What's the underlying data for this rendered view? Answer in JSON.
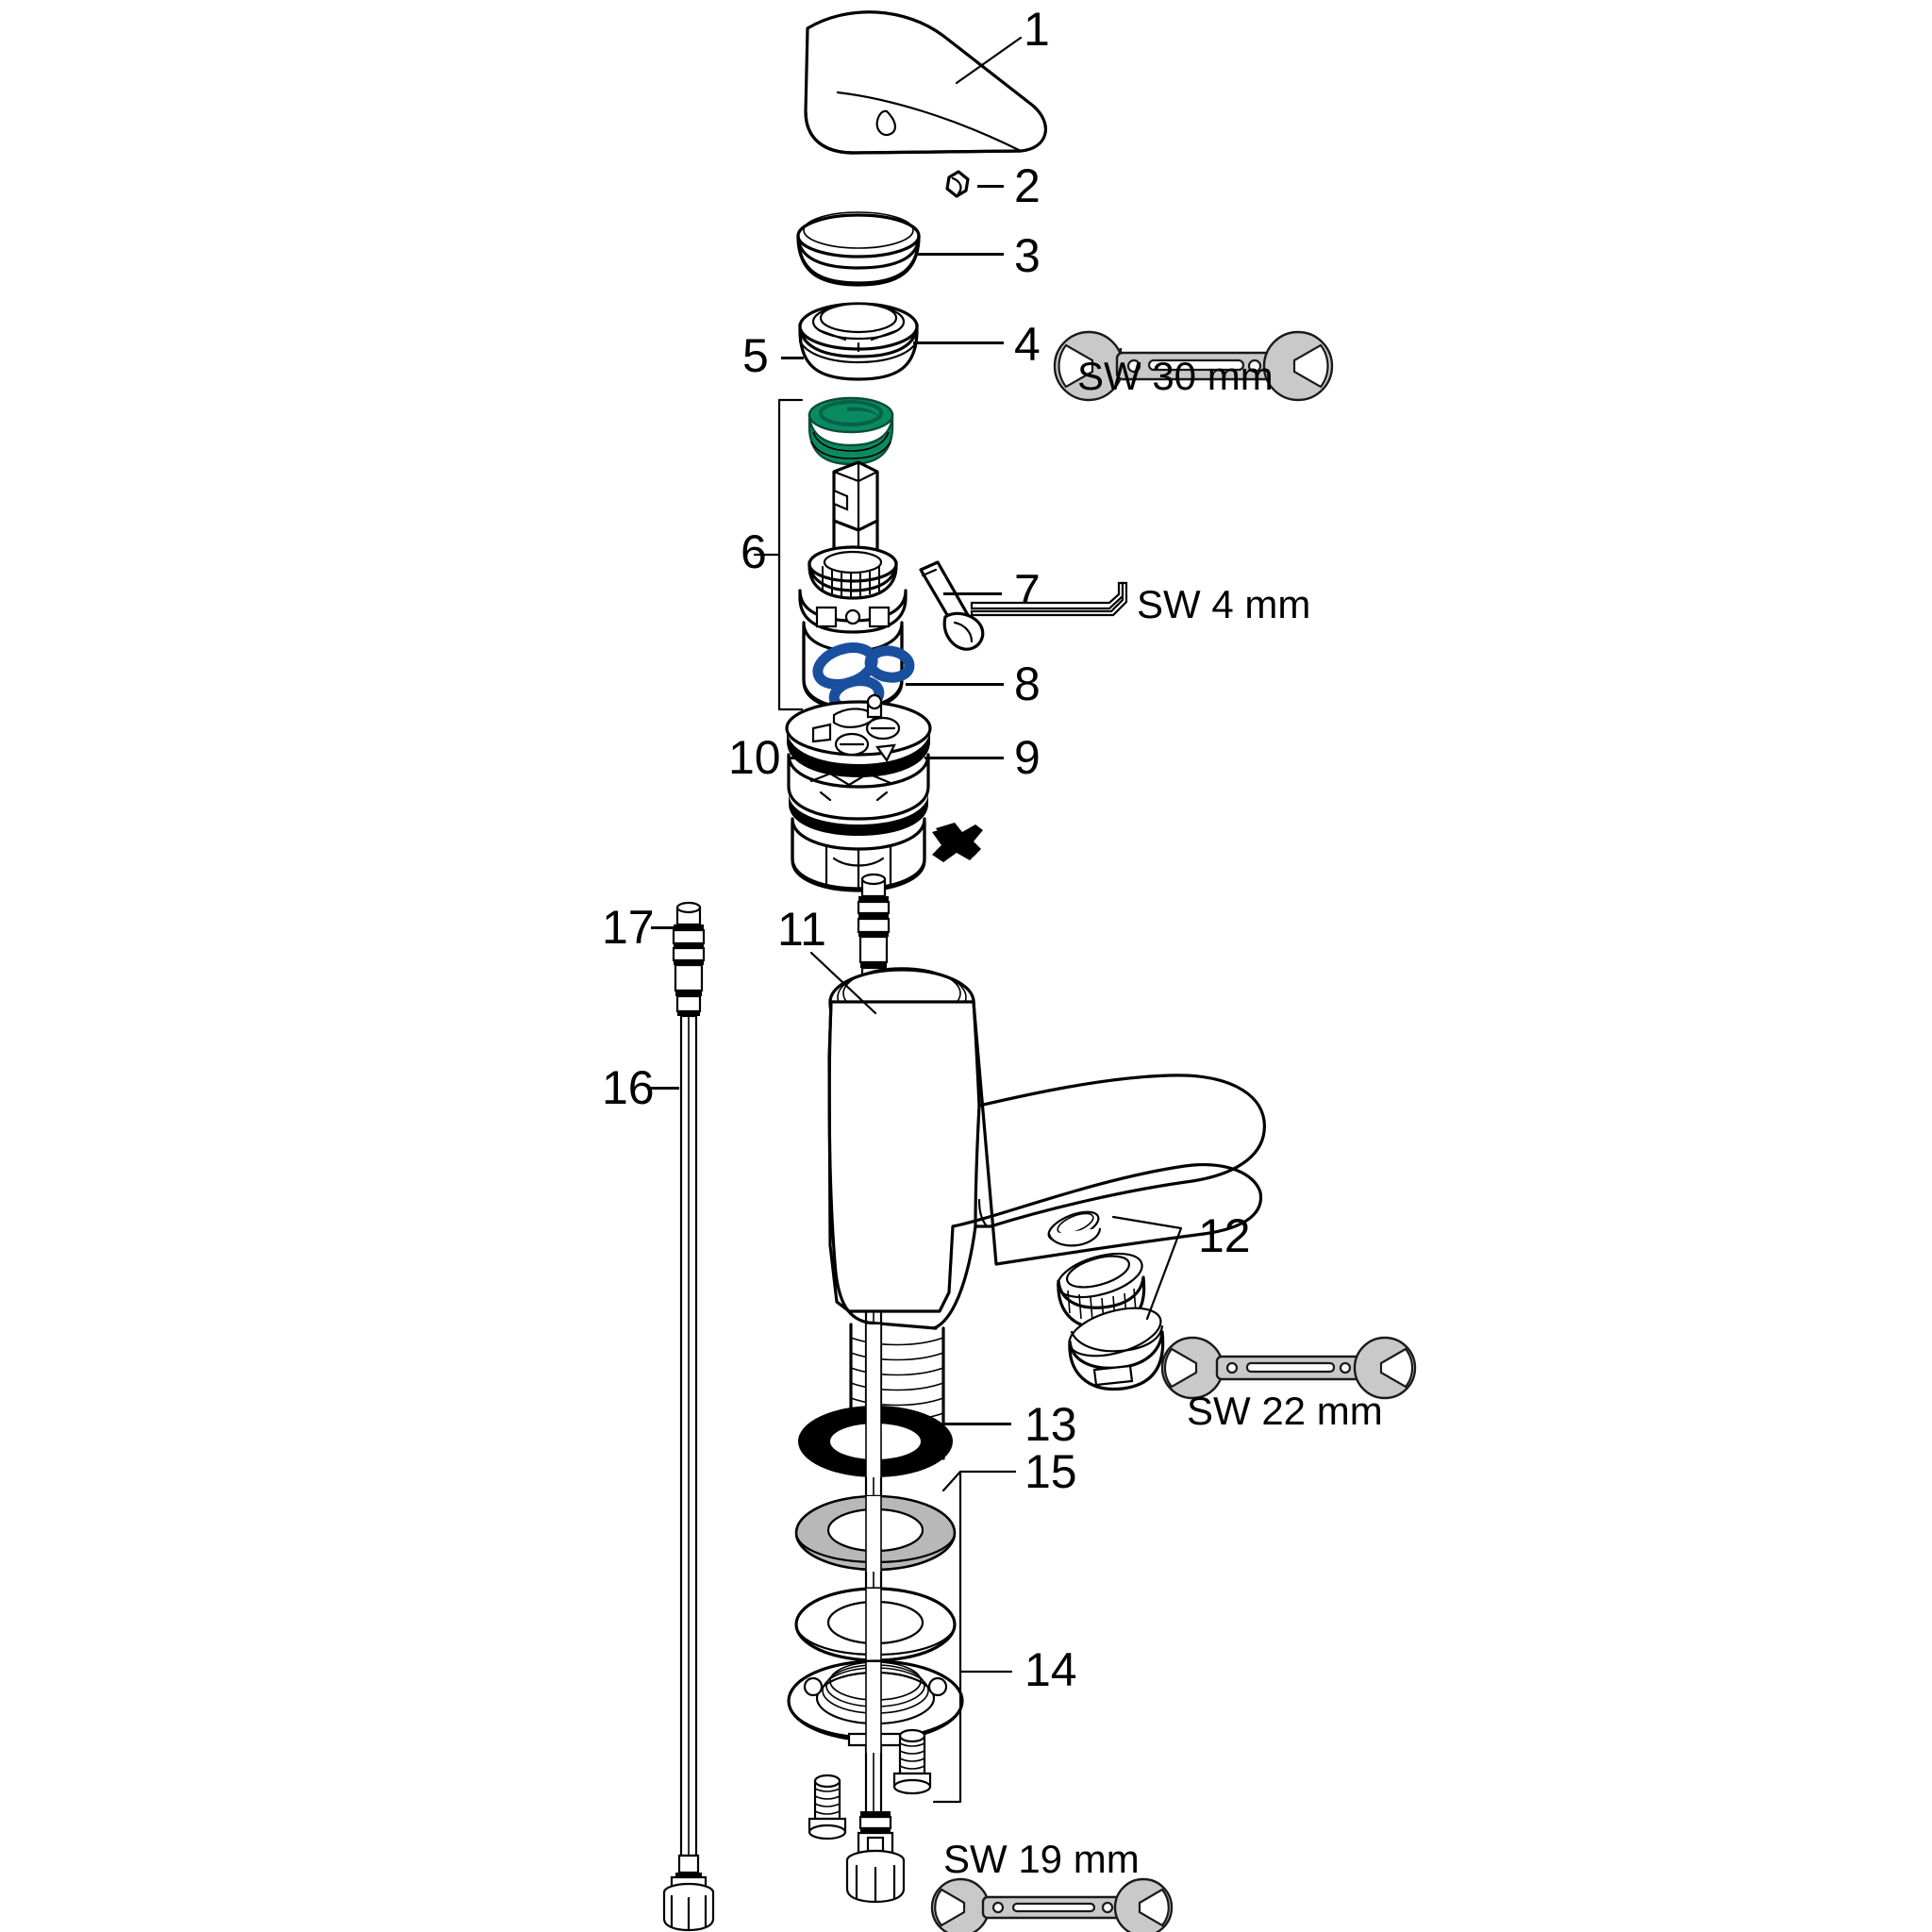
{
  "diagram": {
    "title": "Single-lever basin mixer exploded spare-parts diagram",
    "type": "exploded-parts-diagram",
    "background_color": "#ffffff",
    "line_color": "#000000",
    "accent_colors": {
      "cartridge_green": "#0b8a5f",
      "seal_blue": "#1a4fa0",
      "washer_grey": "#b8b8b8",
      "oring_black": "#000000",
      "tool_grey": "#c9c9c9"
    }
  },
  "callouts": [
    {
      "id": "1",
      "number": "1",
      "part": "lever-handle"
    },
    {
      "id": "2",
      "number": "2",
      "part": "grub-screw"
    },
    {
      "id": "3",
      "number": "3",
      "part": "handle-cap-ring"
    },
    {
      "id": "4",
      "number": "4",
      "part": "cartridge-nut"
    },
    {
      "id": "5",
      "number": "5",
      "part": "cartridge-nut-left"
    },
    {
      "id": "6",
      "number": "6",
      "part": "cartridge-assembly"
    },
    {
      "id": "7",
      "number": "7",
      "part": "set-screw"
    },
    {
      "id": "8",
      "number": "8",
      "part": "trefoil-seal"
    },
    {
      "id": "9",
      "number": "9",
      "part": "cartridge-base"
    },
    {
      "id": "10",
      "number": "10",
      "part": "cartridge-base-left"
    },
    {
      "id": "11",
      "number": "11",
      "part": "faucet-body"
    },
    {
      "id": "12",
      "number": "12",
      "part": "aerator-assembly"
    },
    {
      "id": "13",
      "number": "13",
      "part": "o-ring"
    },
    {
      "id": "14",
      "number": "14",
      "part": "mounting-hardware"
    },
    {
      "id": "15",
      "number": "15",
      "part": "metal-washer"
    },
    {
      "id": "16",
      "number": "16",
      "part": "flexible-hose"
    },
    {
      "id": "17",
      "number": "17",
      "part": "hose-connector"
    }
  ],
  "tools": [
    {
      "id": "sw30",
      "label": "SW 30 mm",
      "icon": "open-end-wrench-icon"
    },
    {
      "id": "sw4",
      "label": "SW 4 mm",
      "icon": "allen-key-icon"
    },
    {
      "id": "sw22",
      "label": "SW 22 mm",
      "icon": "open-end-wrench-icon"
    },
    {
      "id": "sw19",
      "label": "SW 19 mm",
      "icon": "open-end-wrench-icon"
    }
  ]
}
